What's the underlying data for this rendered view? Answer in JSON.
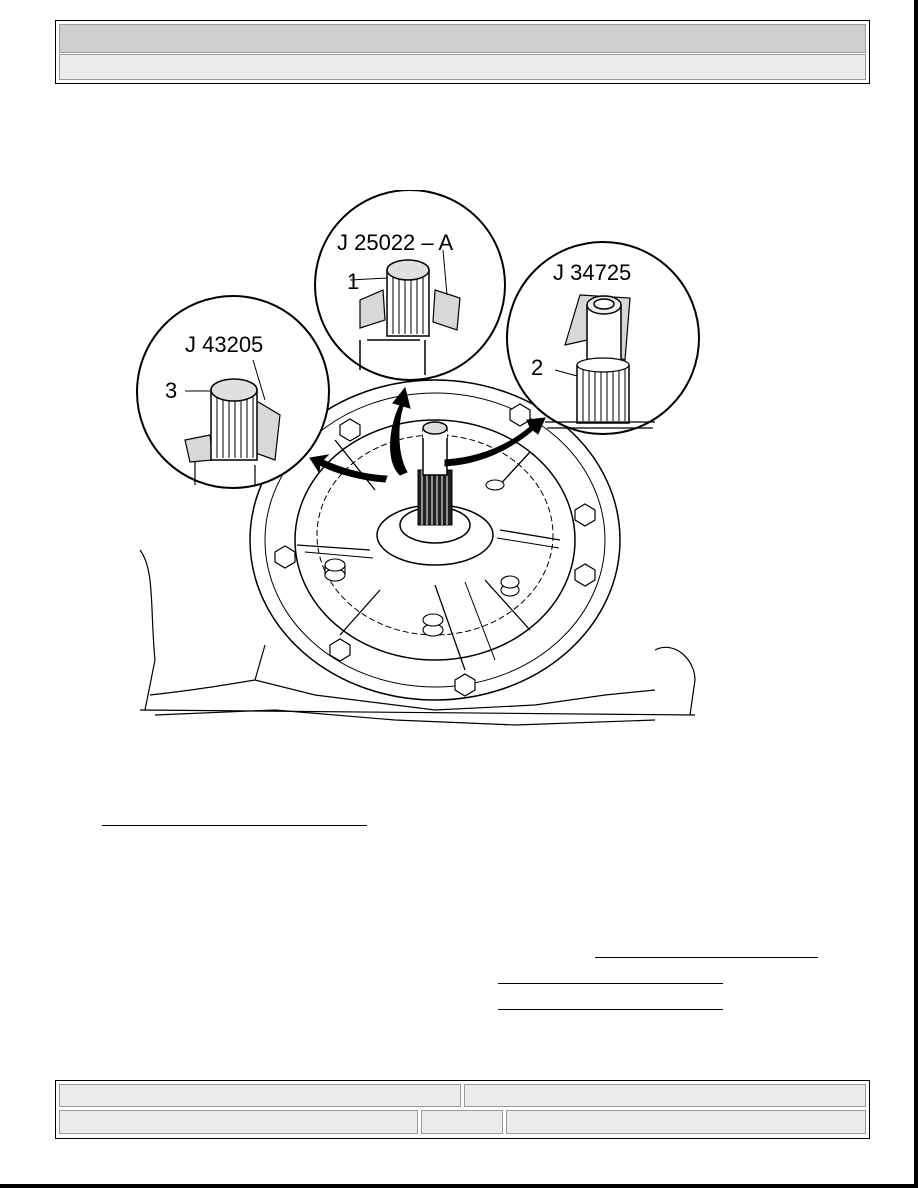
{
  "header": {
    "title": "",
    "subtitle": ""
  },
  "figure": {
    "callouts": {
      "tool_top": "J 25022 – A",
      "tool_right": "J 34725",
      "tool_left": "J 43205",
      "num_1": "1",
      "num_2": "2",
      "num_3": "3"
    }
  },
  "links": {
    "link1": "",
    "link2": "",
    "link3": "",
    "link4": ""
  },
  "footer": {
    "left_top": "",
    "right_top": "",
    "left_bottom": "",
    "mid_bottom": "",
    "right_bottom": ""
  }
}
